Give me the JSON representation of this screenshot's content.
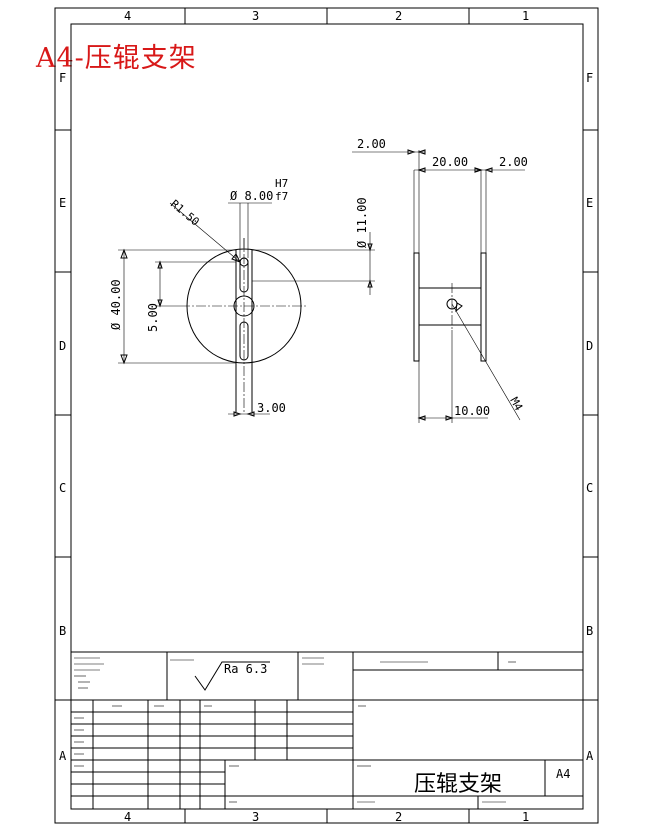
{
  "heading": "A4-压辊支架",
  "zones": {
    "columns": [
      "4",
      "3",
      "2",
      "1"
    ],
    "rows": [
      "F",
      "E",
      "D",
      "C",
      "B",
      "A"
    ]
  },
  "dimensions": {
    "hole_diameter": "Ø 8.00",
    "fit_upper": "H7",
    "fit_lower": "f7",
    "fillet_radius": "R1.50",
    "outer_diameter": "Ø 40.00",
    "offset": "5.00",
    "slot_width": "3.00",
    "boss_diameter": "Ø 11.00",
    "left_thickness": "2.00",
    "gap_width": "20.00",
    "right_thickness": "2.00",
    "bottom_width": "10.00",
    "thread": "M4"
  },
  "surface_finish": "Ra 6.3",
  "title_block": {
    "part_name": "压辊支架",
    "sheet_size": "A4"
  }
}
